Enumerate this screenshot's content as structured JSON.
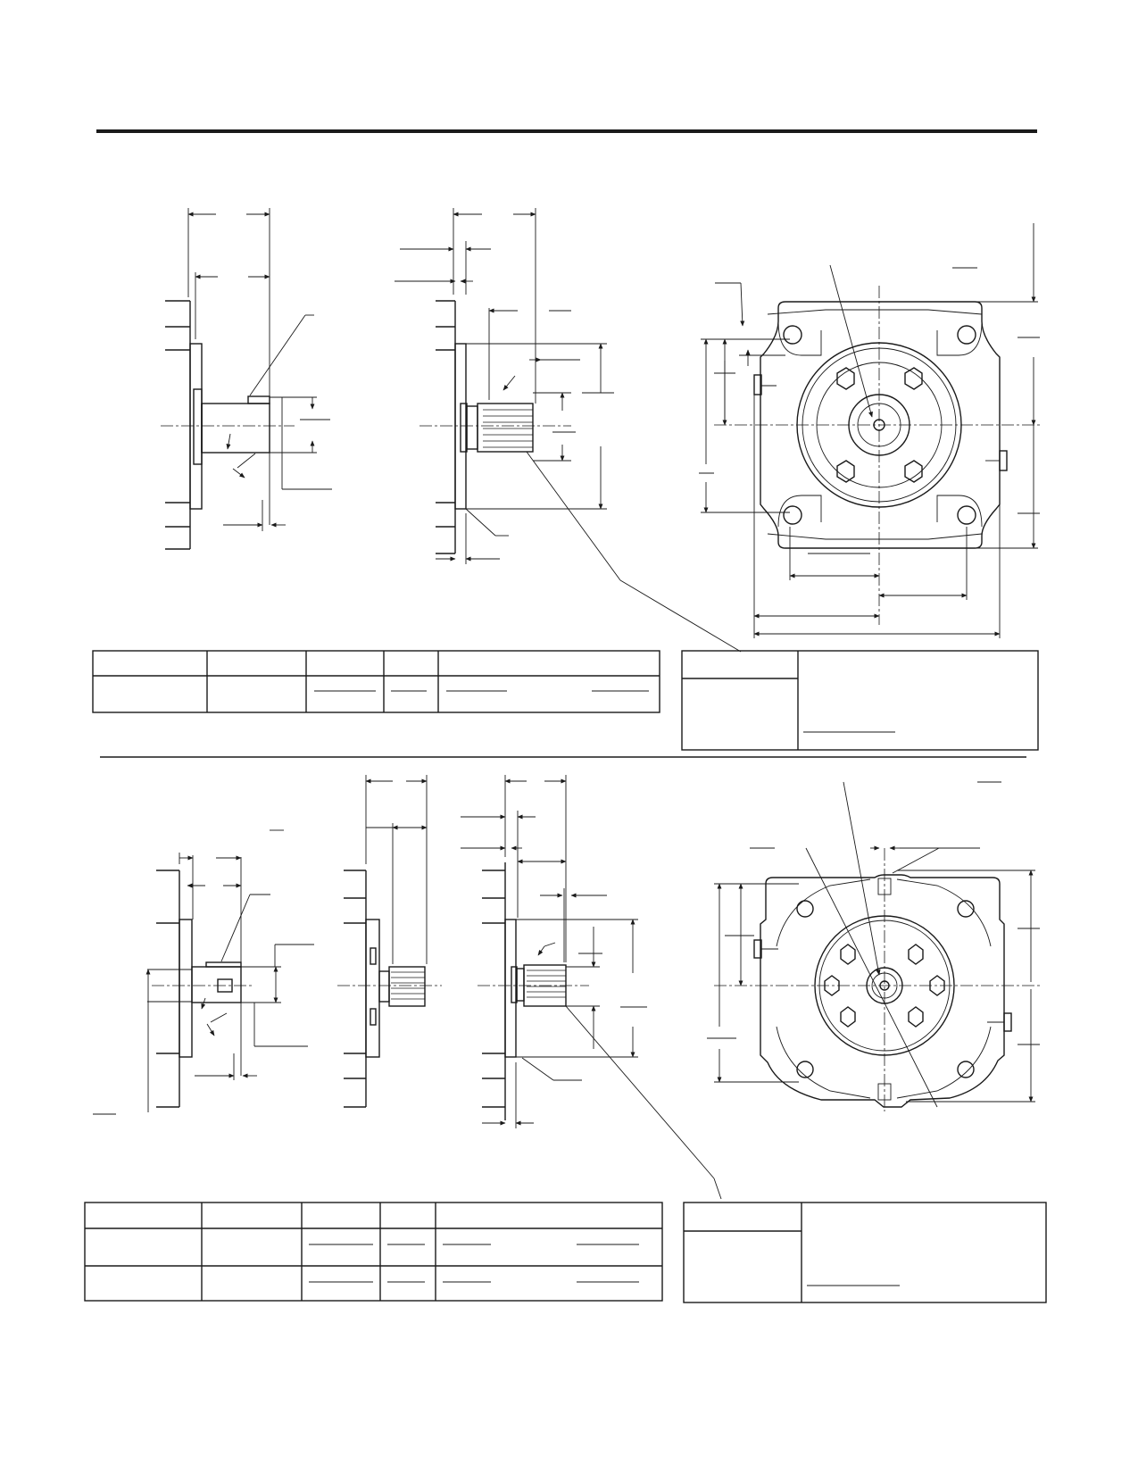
{
  "sheet": {
    "title": "",
    "sections": [
      {
        "id": "upper",
        "views": [
          "side-view-keyed-shaft",
          "side-view-splined-shaft",
          "front-view-flange"
        ]
      },
      {
        "id": "lower",
        "views": [
          "side-view-keyed-shaft",
          "side-view-splined-shaft-a",
          "side-view-splined-shaft-b",
          "front-view-flange"
        ]
      }
    ]
  },
  "tables": {
    "upper_dimensions": {
      "columns": 5,
      "rows": 2,
      "headers": [
        "",
        "",
        "",
        "",
        ""
      ],
      "cells": [
        [
          "",
          "",
          "",
          "",
          ""
        ]
      ]
    },
    "upper_spline": {
      "columns": 2,
      "rows": 2,
      "label": "",
      "value": ""
    },
    "lower_dimensions": {
      "columns": 5,
      "rows": 3,
      "headers": [
        "",
        "",
        "",
        "",
        ""
      ],
      "cells": [
        [
          "",
          "",
          "",
          "",
          ""
        ],
        [
          "",
          "",
          "",
          "",
          ""
        ]
      ]
    },
    "lower_spline": {
      "columns": 2,
      "rows": 2,
      "label": "",
      "value": ""
    }
  },
  "colors": {
    "ink": "#1a1a1a",
    "paper": "#ffffff"
  }
}
